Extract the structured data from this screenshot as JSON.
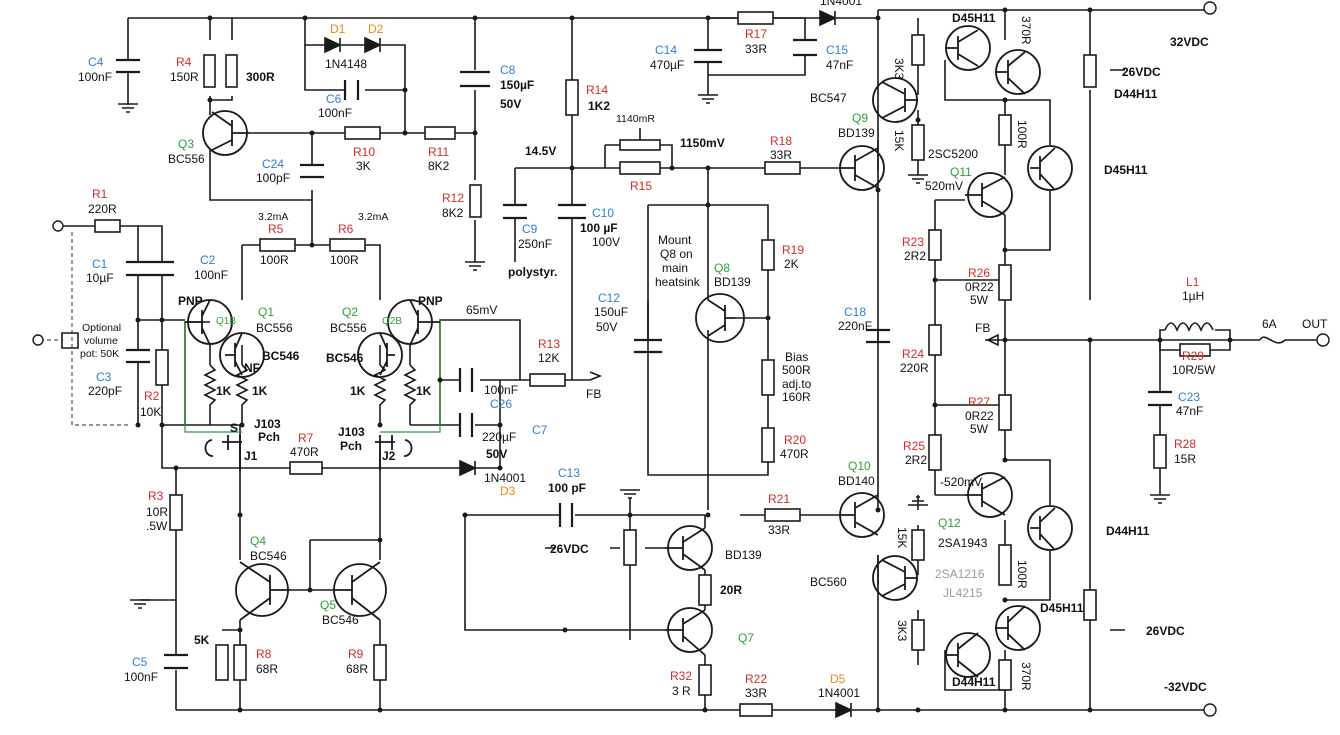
{
  "labels": {
    "C4": "C4",
    "C4v": "100nF",
    "R4": "R4",
    "R4v": "150R",
    "R4b": "300R",
    "D1": "D1",
    "D2": "D2",
    "D12v": "1N4148",
    "C6": "C6",
    "C6v": "100nF",
    "C8": "C8",
    "C8v1": "150µF",
    "C8v2": "50V",
    "R14": "R14",
    "R14v": "1K2",
    "C14": "C14",
    "C14v": "470µF",
    "R17": "R17",
    "R17v": "33R",
    "C15": "C15",
    "C15v": "47nF",
    "topD": "1N4001",
    "Q3": "Q3",
    "Q3v": "BC556",
    "C24": "C24",
    "C24v": "100pF",
    "R10": "R10",
    "R10v": "3K",
    "R11": "R11",
    "R11v": "8K2",
    "R12": "R12",
    "R12v": "8K2",
    "v145": "14.5V",
    "v1140": "1140mR",
    "v1150": "1150mV",
    "R15": "R15",
    "R18": "R18",
    "R18v": "33R",
    "BC547": "BC547",
    "Q9": "Q9",
    "Q9v": "BD139",
    "R3K3top": "3K3",
    "R15Ktop": "15K",
    "T2SC5200": "2SC5200",
    "D45a": "D45H11",
    "R370a": "370R",
    "v32": "32VDC",
    "v26a": "26VDC",
    "D44a": "D44H11",
    "R100a": "100R",
    "D45b": "D45H11",
    "Q11": "Q11",
    "Q11v": "520mV",
    "R1": "R1",
    "R1v": "220R",
    "C1": "C1",
    "C1v": "10µF",
    "C2": "C2",
    "C2v": "100nF",
    "i32a": "3.2mA",
    "i32b": "3.2mA",
    "R5": "R5",
    "R5v": "100R",
    "R6": "R6",
    "R6v": "100R",
    "C9": "C9",
    "C9v": "250nF",
    "C10": "C10",
    "C10v1": "100 µF",
    "C10v2": "100V",
    "polystyr": "polystyr.",
    "mount1": "Mount",
    "mount2": "Q8 on",
    "mount3": "main",
    "mount4": "heatsink",
    "R19": "R19",
    "R19v": "2K",
    "Q8": "Q8",
    "Q8v": "BD139",
    "R23": "R23",
    "R23v": "2R2",
    "R26": "R26",
    "R26v1": "0R22",
    "R26v2": "5W",
    "L1": "L1",
    "L1v": "1µH",
    "PNPa": "PNP",
    "Q1": "Q1",
    "Q1B": "Q1B",
    "Q1v": "BC556",
    "Q2": "Q2",
    "Q2B": "Q2B",
    "Q2v": "BC556",
    "PNPb": "PNP",
    "v65": "65mV",
    "BC546a": "BC546",
    "BC546b": "BC546",
    "NF": "NF",
    "k1a": "1K",
    "k1b": "1K",
    "k1c": "1K",
    "k1d": "1K",
    "C12": "C12",
    "C12v1": "150uF",
    "C12v2": "50V",
    "C18": "C18",
    "C18v": "220nF",
    "FBa": "FB",
    "FBb": "FB",
    "R29": "R29",
    "R29v": "10R/5W",
    "fuse": "6A",
    "out": "OUT",
    "optional1": "Optional",
    "optional2": "volume",
    "optional3": "pot: 50K",
    "C3": "C3",
    "C3v": "220pF",
    "R2": "R2",
    "R2v": "10K",
    "R13": "R13",
    "R13v": "12K",
    "C26": "C26",
    "C26v1": "100nF",
    "C26v2": "220µF",
    "C26v3": "50V",
    "C7": "C7",
    "S": "S",
    "J103a": "J103",
    "Pcha": "Pch",
    "J1": "J1",
    "R7": "R7",
    "R7v": "470R",
    "J103b": "J103",
    "Pchb": "Pch",
    "J2": "J2",
    "D3v": "1N4001",
    "D3": "D3",
    "bias1": "Bias",
    "bias2": "500R",
    "bias3": "adj.to",
    "bias4": "160R",
    "R20": "R20",
    "R20v": "470R",
    "R24": "R24",
    "R24v": "220R",
    "R27": "R27",
    "R27v1": "0R22",
    "R27v2": "5W",
    "C23": "C23",
    "C23v": "47nF",
    "R28": "R28",
    "R28v": "15R",
    "R3": "R3",
    "R3v1": "10R",
    "R3v2": ".5W",
    "C13": "C13",
    "C13v": "100 pF",
    "R21": "R21",
    "R21v": "33R",
    "Q10": "Q10",
    "Q10v": "BD140",
    "R25": "R25",
    "R25v": "2R2",
    "vm520": "-520mV",
    "Q4": "Q4",
    "Q4v": "BC546",
    "v26b": "26VDC",
    "BD139b": "BD139",
    "R15Kb": "15K",
    "Q12": "Q12",
    "Q12v": "2SA1943",
    "D44b": "D44H11",
    "Q5": "Q5",
    "Q5v": "BC546",
    "R20Rv": "20R",
    "BC560": "BC560",
    "alt1": "2SA1216",
    "alt2": "JL4215",
    "R100b": "100R",
    "D45c": "D45H11",
    "R5K": "5K",
    "R8": "R8",
    "R8v": "68R",
    "R9": "R9",
    "R9v": "68R",
    "Q7": "Q7",
    "R3K3b": "3K3",
    "v26c": "26VDC",
    "C5": "C5",
    "C5v": "100nF",
    "R32": "R32",
    "R32v": "3 R",
    "R22": "R22",
    "R22v": "33R",
    "D5": "D5",
    "D5v": "1N4001",
    "D44c": "D44H11",
    "R370b": "370R",
    "vm32": "-32VDC"
  }
}
